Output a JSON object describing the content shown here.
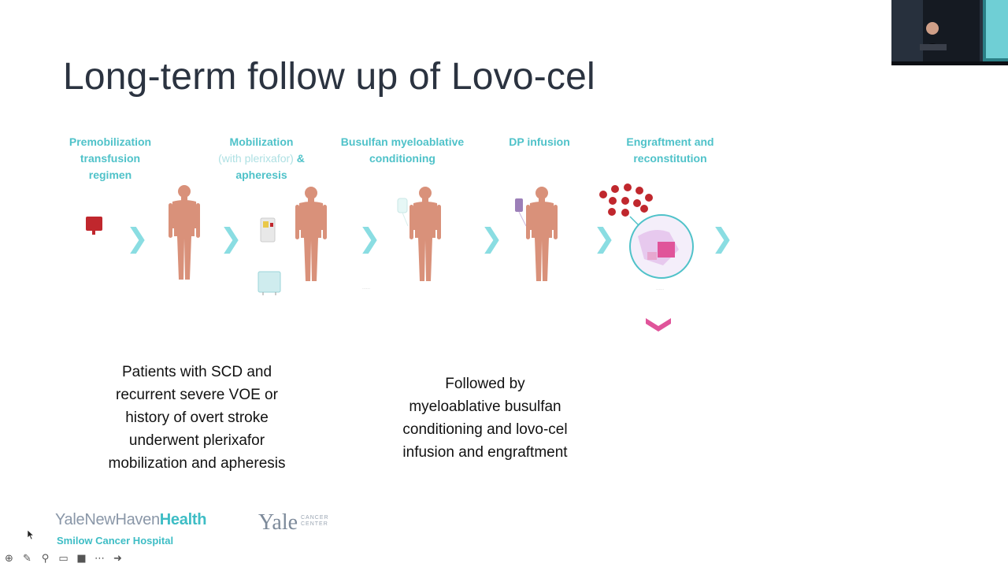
{
  "slide": {
    "title": "Long-term follow up of Lovo-cel",
    "steps": [
      {
        "line1": "Premobilization",
        "line2": "transfusion",
        "line3": "regimen"
      },
      {
        "line1": "Mobilization",
        "line2_muted": "(with plerixafor)",
        "line2_tail": " &",
        "line3": "apheresis"
      },
      {
        "line1": "Busulfan myeloablative",
        "line2": "conditioning"
      },
      {
        "line1": "DP infusion"
      },
      {
        "line1": "Engraftment and",
        "line2": "reconstitution"
      }
    ],
    "chevron_glyph": "❯",
    "down_glyph": "⌄",
    "body_left": [
      "Patients with SCD and",
      "recurrent severe VOE or",
      "history of overt stroke",
      "underwent plerixafor",
      "mobilization and apheresis"
    ],
    "body_right": [
      "Followed by",
      "myeloablative busulfan",
      "conditioning and lovo-cel",
      "infusion and engraftment"
    ]
  },
  "logos": {
    "ynhh_light": "YaleNewHaven",
    "ynhh_bold": "Health",
    "smilow": "Smilow Cancer Hospital",
    "yale": "Yale",
    "yale_sub1": "CANCER",
    "yale_sub2": "CENTER"
  },
  "toolbar": {
    "icons": [
      "add-circle-icon",
      "pen-icon",
      "zoom-icon",
      "captions-icon",
      "video-icon",
      "more-icon",
      "next-icon"
    ],
    "glyphs": [
      "⊕",
      "✎",
      "⚲",
      "▭",
      "■",
      "⋯",
      "➜"
    ]
  },
  "colors": {
    "accent": "#4fc2c9",
    "title": "#2b3340",
    "body": "#d9917a",
    "blood": "#c0272d",
    "magenta": "#e0549a"
  }
}
